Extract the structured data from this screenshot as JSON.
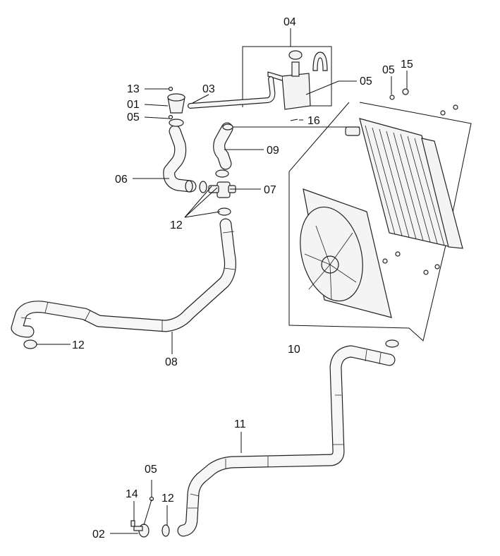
{
  "diagram": {
    "callouts": [
      {
        "id": "c04",
        "label": "04"
      },
      {
        "id": "c05a",
        "label": "05"
      },
      {
        "id": "c15",
        "label": "15"
      },
      {
        "id": "c05b",
        "label": "05"
      },
      {
        "id": "c13",
        "label": "13"
      },
      {
        "id": "c03",
        "label": "03"
      },
      {
        "id": "c01",
        "label": "01"
      },
      {
        "id": "c05c",
        "label": "05"
      },
      {
        "id": "c16",
        "label": "16"
      },
      {
        "id": "c09",
        "label": "09"
      },
      {
        "id": "c06",
        "label": "06"
      },
      {
        "id": "c07",
        "label": "07"
      },
      {
        "id": "c12a",
        "label": "12"
      },
      {
        "id": "c12b",
        "label": "12"
      },
      {
        "id": "c08",
        "label": "08"
      },
      {
        "id": "c10",
        "label": "10"
      },
      {
        "id": "c11",
        "label": "11"
      },
      {
        "id": "c05d",
        "label": "05"
      },
      {
        "id": "c14",
        "label": "14"
      },
      {
        "id": "c12c",
        "label": "12"
      },
      {
        "id": "c02",
        "label": "02"
      }
    ]
  }
}
